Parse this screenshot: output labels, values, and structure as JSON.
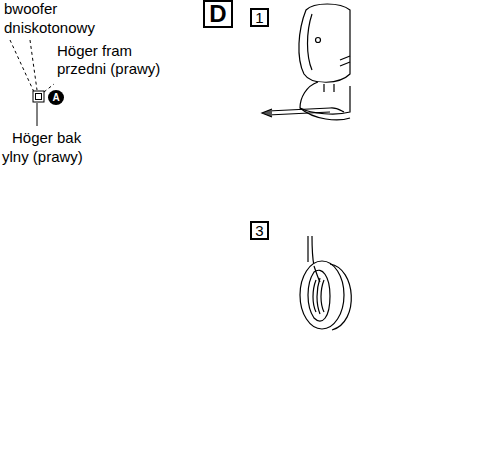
{
  "diagram": {
    "nodes": [
      {
        "text": [
          "D"
        ]
      },
      {
        "text": [
          "1"
        ]
      },
      {
        "text": [
          "3"
        ]
      },
      {
        "text": [
          "A"
        ]
      }
    ],
    "labels": [
      "bwoofer",
      "dniskotonowy",
      "Höger fram",
      "przedni (prawy)",
      "Höger bak",
      "ylny (prawy)"
    ]
  }
}
